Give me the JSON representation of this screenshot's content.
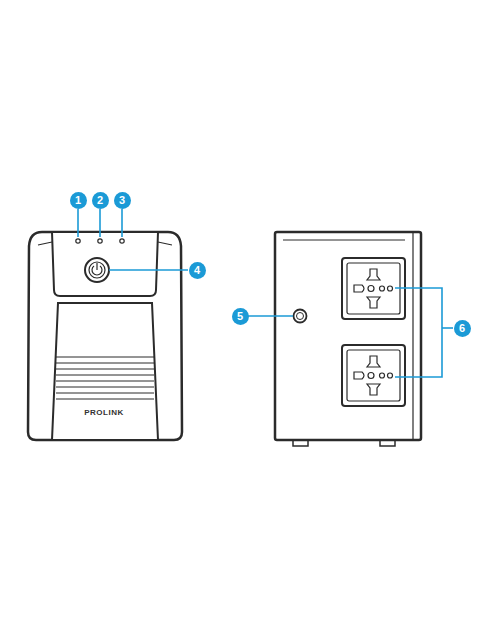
{
  "diagram": {
    "labels": [
      "1",
      "2",
      "3",
      "4",
      "5",
      "6",
      "PROLINK"
    ]
  }
}
